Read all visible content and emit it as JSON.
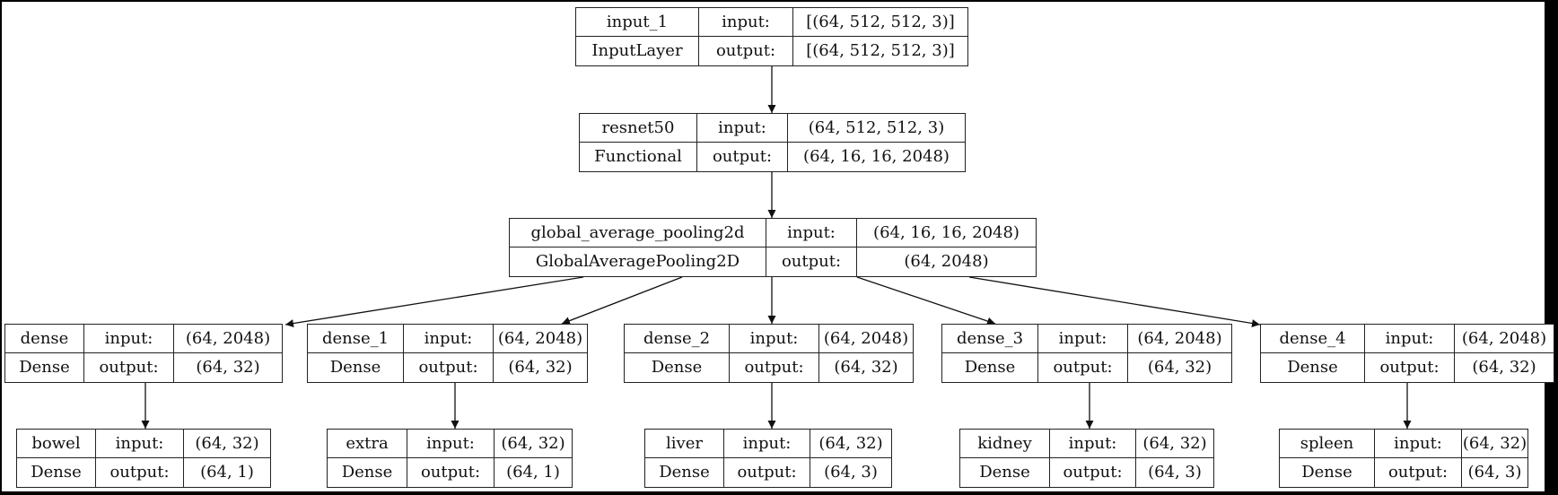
{
  "nodes": [
    {
      "id": "input_1",
      "name": "input_1",
      "type": "InputLayer",
      "input_label": "input:",
      "output_label": "output:",
      "input_shape": "[(64, 512, 512, 3)]",
      "output_shape": "[(64, 512, 512, 3)]"
    },
    {
      "id": "resnet50",
      "name": "resnet50",
      "type": "Functional",
      "input_label": "input:",
      "output_label": "output:",
      "input_shape": "(64, 512, 512, 3)",
      "output_shape": "(64, 16, 16, 2048)"
    },
    {
      "id": "gap",
      "name": "global_average_pooling2d",
      "type": "GlobalAveragePooling2D",
      "input_label": "input:",
      "output_label": "output:",
      "input_shape": "(64, 16, 16, 2048)",
      "output_shape": "(64, 2048)"
    },
    {
      "id": "dense",
      "name": "dense",
      "type": "Dense",
      "input_label": "input:",
      "output_label": "output:",
      "input_shape": "(64, 2048)",
      "output_shape": "(64, 32)"
    },
    {
      "id": "dense_1",
      "name": "dense_1",
      "type": "Dense",
      "input_label": "input:",
      "output_label": "output:",
      "input_shape": "(64, 2048)",
      "output_shape": "(64, 32)"
    },
    {
      "id": "dense_2",
      "name": "dense_2",
      "type": "Dense",
      "input_label": "input:",
      "output_label": "output:",
      "input_shape": "(64, 2048)",
      "output_shape": "(64, 32)"
    },
    {
      "id": "dense_3",
      "name": "dense_3",
      "type": "Dense",
      "input_label": "input:",
      "output_label": "output:",
      "input_shape": "(64, 2048)",
      "output_shape": "(64, 32)"
    },
    {
      "id": "dense_4",
      "name": "dense_4",
      "type": "Dense",
      "input_label": "input:",
      "output_label": "output:",
      "input_shape": "(64, 2048)",
      "output_shape": "(64, 32)"
    },
    {
      "id": "bowel",
      "name": "bowel",
      "type": "Dense",
      "input_label": "input:",
      "output_label": "output:",
      "input_shape": "(64, 32)",
      "output_shape": "(64, 1)"
    },
    {
      "id": "extra",
      "name": "extra",
      "type": "Dense",
      "input_label": "input:",
      "output_label": "output:",
      "input_shape": "(64, 32)",
      "output_shape": "(64, 1)"
    },
    {
      "id": "liver",
      "name": "liver",
      "type": "Dense",
      "input_label": "input:",
      "output_label": "output:",
      "input_shape": "(64, 32)",
      "output_shape": "(64, 3)"
    },
    {
      "id": "kidney",
      "name": "kidney",
      "type": "Dense",
      "input_label": "input:",
      "output_label": "output:",
      "input_shape": "(64, 32)",
      "output_shape": "(64, 3)"
    },
    {
      "id": "spleen",
      "name": "spleen",
      "type": "Dense",
      "input_label": "input:",
      "output_label": "output:",
      "input_shape": "(64, 32)",
      "output_shape": "(64, 3)"
    }
  ],
  "edges": [
    {
      "from": "input_1",
      "to": "resnet50"
    },
    {
      "from": "resnet50",
      "to": "gap"
    },
    {
      "from": "gap",
      "to": "dense"
    },
    {
      "from": "gap",
      "to": "dense_1"
    },
    {
      "from": "gap",
      "to": "dense_2"
    },
    {
      "from": "gap",
      "to": "dense_3"
    },
    {
      "from": "gap",
      "to": "dense_4"
    },
    {
      "from": "dense",
      "to": "bowel"
    },
    {
      "from": "dense_1",
      "to": "extra"
    },
    {
      "from": "dense_2",
      "to": "liver"
    },
    {
      "from": "dense_3",
      "to": "kidney"
    },
    {
      "from": "dense_4",
      "to": "spleen"
    }
  ]
}
